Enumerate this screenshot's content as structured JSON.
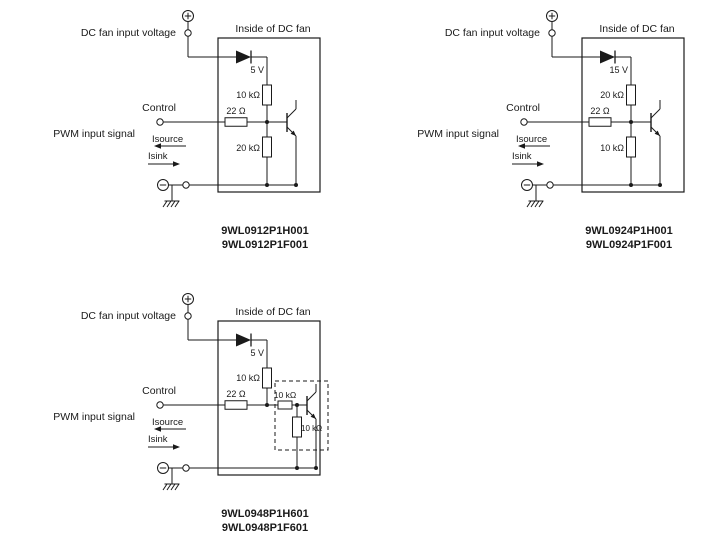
{
  "figure": {
    "background": "#ffffff",
    "line_color": "#1a1a1a",
    "description": "PWM input circuit diagrams for DC fans"
  },
  "shared_labels": {
    "input_voltage": "DC fan input voltage",
    "inside": "Inside of DC fan",
    "control": "Control",
    "pwm": "PWM input signal",
    "isource": "Isource",
    "isink": "Isink"
  },
  "diagrams": [
    {
      "id": "9WL0912",
      "variant": "divider",
      "supply_label": "5 V",
      "top_resistor": "10 kΩ",
      "series_resistor": "22 Ω",
      "bottom_resistor": "20 kΩ",
      "part_numbers": [
        "9WL0912P1H001",
        "9WL0912P1F001"
      ]
    },
    {
      "id": "9WL0924",
      "variant": "divider",
      "supply_label": "15 V",
      "top_resistor": "20 kΩ",
      "series_resistor": "22 Ω",
      "bottom_resistor": "10 kΩ",
      "part_numbers": [
        "9WL0924P1H001",
        "9WL0924P1F001"
      ]
    },
    {
      "id": "9WL0948",
      "variant": "dashed-module",
      "supply_label": "5 V",
      "top_resistor": "10 kΩ",
      "series_resistor": "22 Ω",
      "inner_series_resistor": "10 kΩ",
      "inner_shunt_resistor": "10 kΩ",
      "part_numbers": [
        "9WL0948P1H601",
        "9WL0948P1F601"
      ]
    }
  ]
}
